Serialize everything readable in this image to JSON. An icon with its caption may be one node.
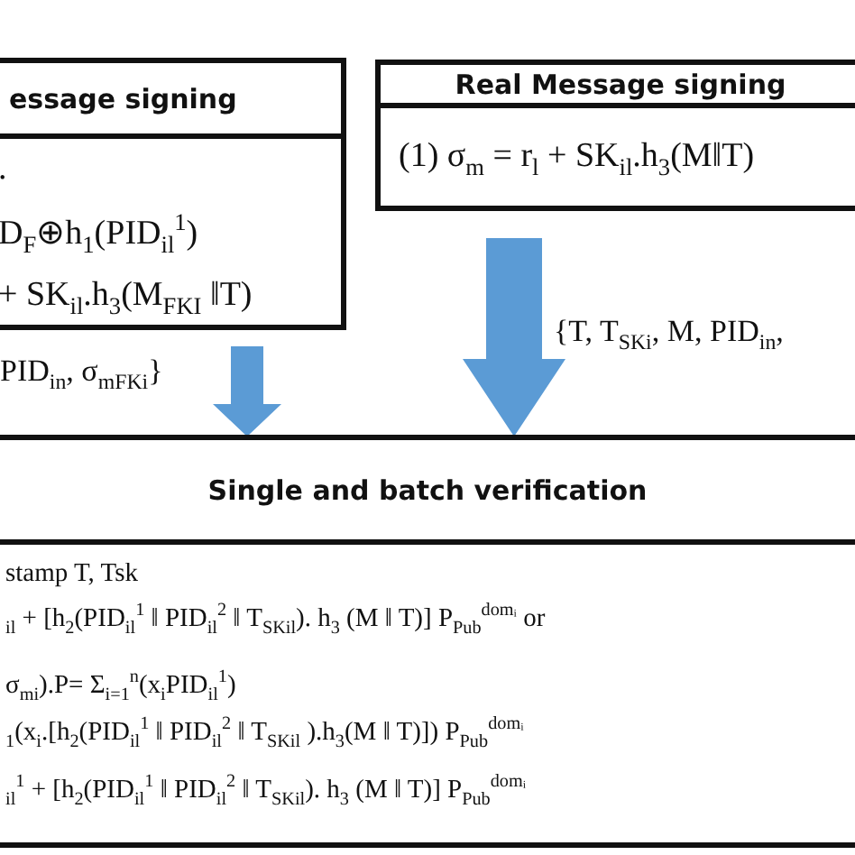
{
  "diagram": {
    "nodes": [
      {
        "text": [
          "essage signing",
          ".",
          "D$_{F}$⊕h$_{1}$(PID$_{il}$$^{1}$)",
          "+ SK$_{il}$.h$_{3}$(M$_{FKI}$ ‖T)"
        ]
      },
      {
        "text": [
          "Real Message signing",
          "(1) σ$_{m}$ = r$_{l}$ + SK$_{il}$.h$_{3}$(M‖T)"
        ]
      },
      {
        "text": [
          "Single and batch verification",
          "stamp T, Tsk",
          "$_{il}$ + [h$_{2}$(PID$_{il}$$^{1}$ ‖  PID$_{il}$$^{2}$ ‖ T$_{SKil}$). h$_{3}$ (M ‖ T)] P$_{Pub}$$^{domᵢ}$ or",
          "σ$_{mi}$).P= Σ$_{i=1}$$^{n}$(x$_{i}$PID$_{il}$$^{1}$)",
          "$_{1}$(x$_{i}$.[h$_{2}$(PID$_{il}$$^{1}$ ‖ PID$_{il}$$^{2}$ ‖ T$_{SKil}$ ).h$_{3}$(M ‖ T)]) P$_{Pub}$$^{domᵢ}$",
          "$_{il}$$^{1}$ + [h$_{2}$(PID$_{il}$$^{1}$ ‖  PID$_{il}$$^{2}$ ‖ T$_{SKil}$). h$_{3}$ (M ‖ T)] P$_{Pub}$$^{domᵢ}$"
        ]
      }
    ],
    "edges": [
      {
        "from": 0,
        "to": 2,
        "arrow": "to",
        "label": "PID$_{in}$, σ$_{mFKi}$}"
      },
      {
        "from": 1,
        "to": 2,
        "arrow": "to",
        "label": "{T, T$_{SKi}$, M, PID$_{in}$,"
      }
    ]
  }
}
